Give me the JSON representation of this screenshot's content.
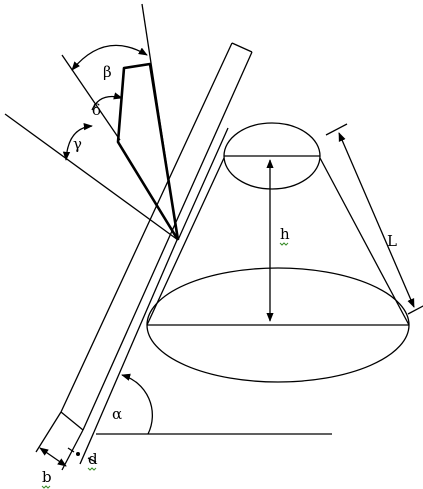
{
  "labels": {
    "beta": "β",
    "delta": "δ",
    "gamma": "γ",
    "h": "h",
    "L": "L",
    "alpha": "α",
    "b": "b",
    "d": "d"
  },
  "colors": {
    "stroke": "#000000",
    "spellcheck_underline": "#3a8c2a"
  }
}
